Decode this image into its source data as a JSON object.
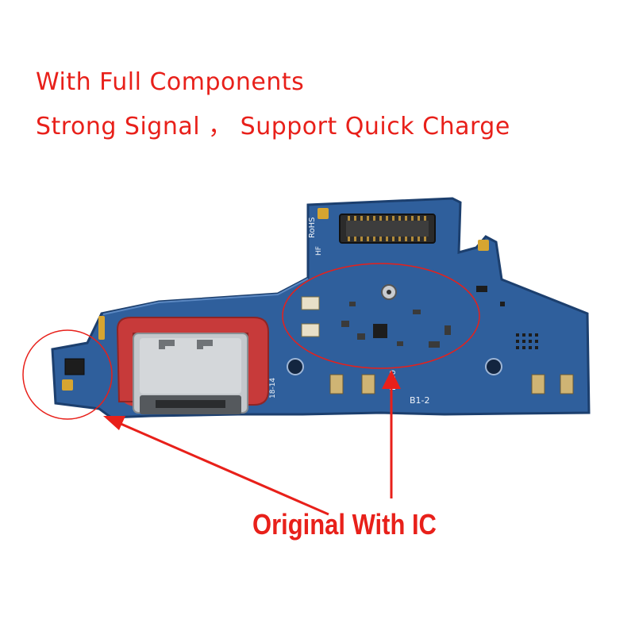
{
  "headline": {
    "line1": "With Full Components",
    "line2": "Strong Signal ，  Support Quick Charge"
  },
  "callout": {
    "label": "Original With IC"
  },
  "silkscreen": {
    "rohs": "RoHS",
    "hf": "HF",
    "board_code": "B490",
    "board_rev": "B1-2",
    "date_code": "18-14"
  },
  "colors": {
    "text_accent": "#e8201a",
    "pcb": "#2f5f9c",
    "pcb_dark": "#1c3f6e",
    "gold": "#d6a531",
    "usb_bracket": "#c73a3a",
    "metal": "#c4c8cc"
  }
}
